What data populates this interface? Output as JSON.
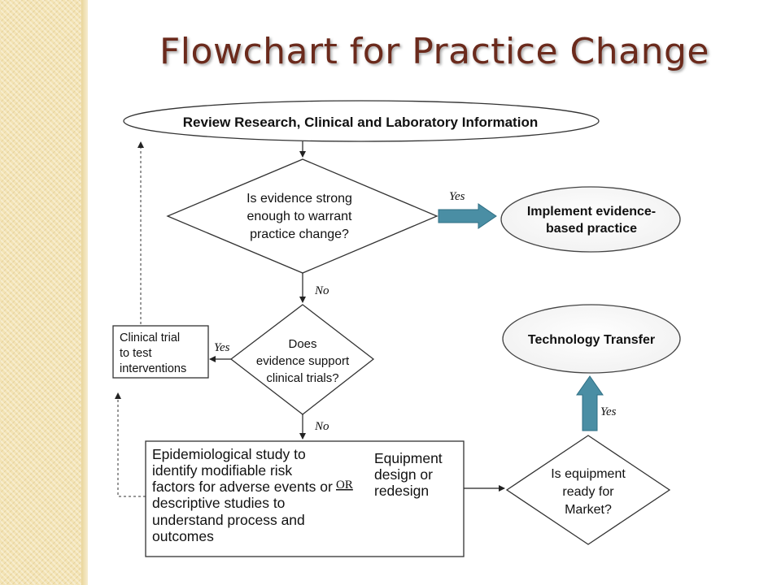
{
  "title": "Flowchart for Practice Change",
  "nodes": {
    "review": "Review Research, Clinical and Laboratory Information",
    "decision_strong": [
      "Is evidence strong",
      "enough to warrant",
      "practice change?"
    ],
    "implement": [
      "Implement evidence-",
      "based practice"
    ],
    "decision_support": [
      "Does",
      "evidence  support",
      "clinical  trials?"
    ],
    "clinical_trial": [
      "Clinical trial",
      "to test",
      "interventions"
    ],
    "epidemiological": "Epidemiological study to identify modifiable risk factors for adverse events or descriptive studies to understand process and outcomes",
    "or": "OR",
    "equipment": [
      "Equipment",
      "design or",
      "redesign"
    ],
    "decision_equipment": [
      "Is equipment",
      "ready for",
      "Market?"
    ],
    "tech_transfer": "Technology Transfer"
  },
  "edge_labels": {
    "yes_implement": "Yes",
    "no_support": "No",
    "yes_trial": "Yes",
    "no_epi": "No",
    "yes_transfer": "Yes"
  },
  "colors": {
    "title": "#6b2a1c",
    "thick_arrow": "#4a8ea4",
    "sidebar": "#f3e3b4"
  }
}
